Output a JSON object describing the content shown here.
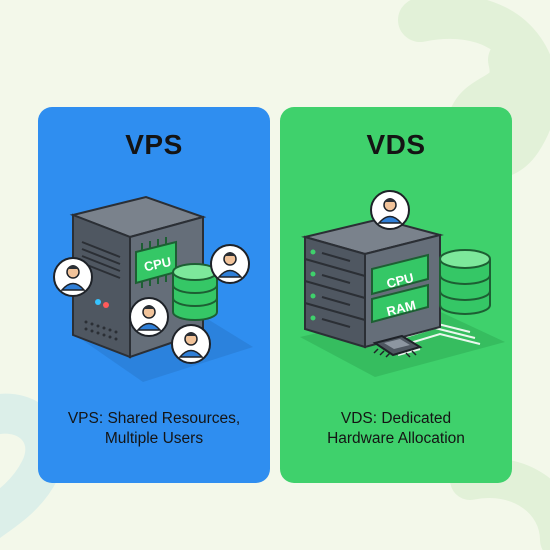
{
  "colors": {
    "background": "#f3f8ea",
    "vps_card": "#2f8ef0",
    "vds_card": "#3fd16c",
    "server_body": "#5d6570",
    "chip_green": "#35c766"
  },
  "vps": {
    "title": "VPS",
    "caption_line1": "VPS: Shared Resources,",
    "caption_line2": "Multiple Users",
    "chip_label": "CPU",
    "icons": [
      "server-tower-icon",
      "cpu-chip-icon",
      "database-icon",
      "user-icon"
    ]
  },
  "vds": {
    "title": "VDS",
    "caption_line1": "VDS: Dedicated",
    "caption_line2": "Hardware Allocation",
    "cpu_label": "CPU",
    "ram_label": "RAM",
    "icons": [
      "rack-server-icon",
      "cpu-module-icon",
      "ram-module-icon",
      "database-icon",
      "processor-chip-icon",
      "user-icon"
    ]
  }
}
